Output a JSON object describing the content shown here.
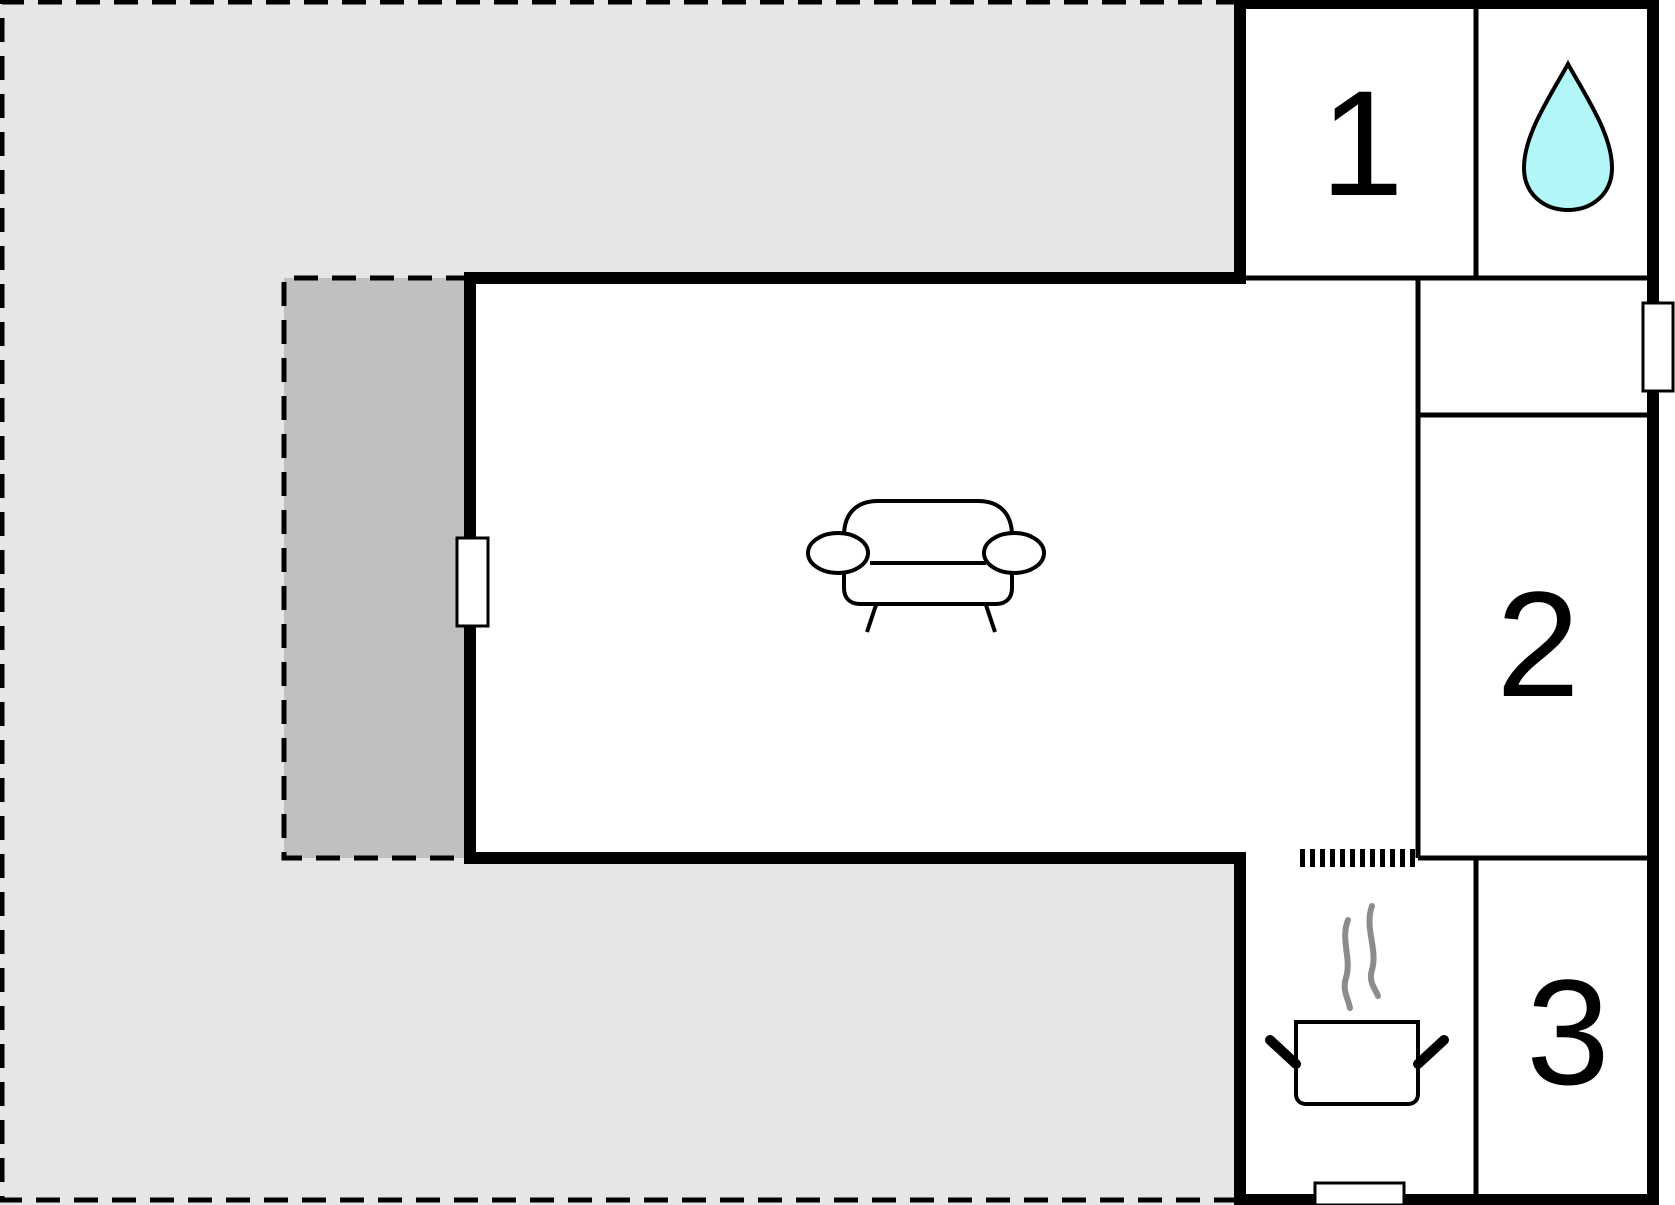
{
  "floor_plan": {
    "rooms": {
      "bedroom_1": {
        "number": "1"
      },
      "bedroom_2": {
        "number": "2"
      },
      "bedroom_3": {
        "number": "3"
      }
    },
    "icons": {
      "bathroom": "water-drop-icon",
      "living_room": "sofa-icon",
      "kitchen": "cooking-pot-icon"
    }
  },
  "colors": {
    "outdoor_area": "#e6e6e6",
    "covered_terrace": "#c0c0c0",
    "walls": "#000000",
    "water_drop_fill": "#b3f6f8",
    "steam": "#8c8c8c",
    "room_fill": "#ffffff"
  }
}
